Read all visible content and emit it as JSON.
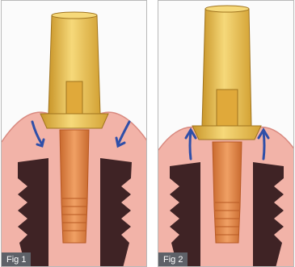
{
  "figures": [
    {
      "label": "Fig 1",
      "arrow_direction": "inward-down"
    },
    {
      "label": "Fig 2",
      "arrow_direction": "outward-up"
    }
  ],
  "colors": {
    "gingiva": "#f2b3a8",
    "gingiva_dark": "#d98a80",
    "bone_dark": "#3f2325",
    "implant": "#e8894a",
    "implant_dark": "#b85a24",
    "abutment_gold": "#e6b23a",
    "abutment_light": "#f6d97a",
    "arrow": "#2f4fa8"
  }
}
